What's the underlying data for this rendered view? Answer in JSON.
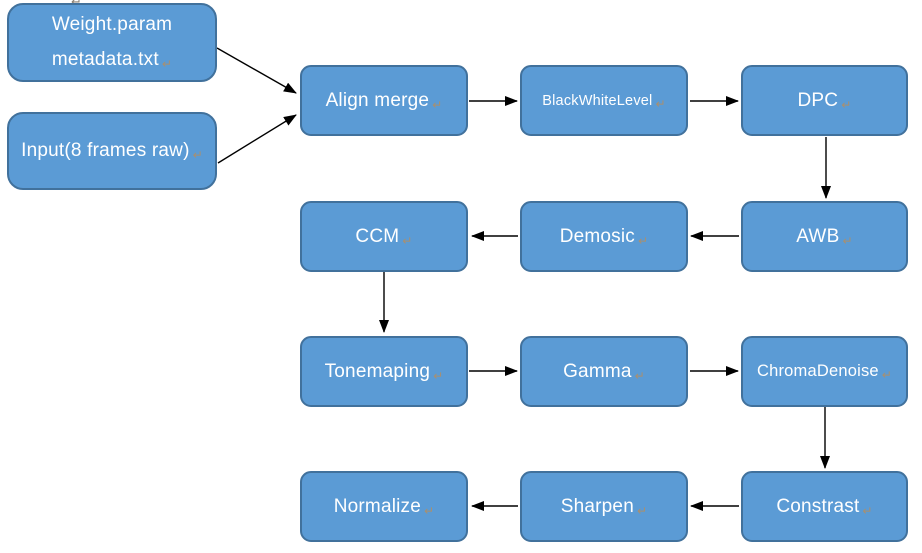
{
  "colors": {
    "page_bg": "#ffffff",
    "node_fill": "#5b9bd5",
    "node_border": "#41719c",
    "node_text": "#ffffff",
    "mark_color": "#a98f6f",
    "arrow_color": "#000000"
  },
  "formatting": {
    "return_mark": "↵",
    "top_anchor_mark": "↵"
  },
  "nodes": {
    "weight_param": {
      "line1": "Weight.param",
      "line2": "metadata.txt"
    },
    "input_raw": {
      "label": "Input(8 frames raw)"
    },
    "align_merge": {
      "label": "Align merge"
    },
    "black_white_level": {
      "label": "BlackWhiteLevel"
    },
    "dpc": {
      "label": "DPC"
    },
    "awb": {
      "label": "AWB"
    },
    "demosic": {
      "label": "Demosic"
    },
    "ccm": {
      "label": "CCM"
    },
    "tonemaping": {
      "label": "Tonemaping"
    },
    "gamma": {
      "label": "Gamma"
    },
    "chroma_denoise": {
      "label": "ChromaDenoise"
    },
    "constrast": {
      "label": "Constrast"
    },
    "sharpen": {
      "label": "Sharpen"
    },
    "normalize": {
      "label": "Normalize"
    }
  },
  "connections": [
    {
      "from": "Weight.param metadata.txt",
      "to": "Align merge"
    },
    {
      "from": "Input(8 frames raw)",
      "to": "Align merge"
    },
    {
      "from": "Align merge",
      "to": "BlackWhiteLevel"
    },
    {
      "from": "BlackWhiteLevel",
      "to": "DPC"
    },
    {
      "from": "DPC",
      "to": "AWB"
    },
    {
      "from": "AWB",
      "to": "Demosic"
    },
    {
      "from": "Demosic",
      "to": "CCM"
    },
    {
      "from": "CCM",
      "to": "Tonemaping"
    },
    {
      "from": "Tonemaping",
      "to": "Gamma"
    },
    {
      "from": "Gamma",
      "to": "ChromaDenoise"
    },
    {
      "from": "ChromaDenoise",
      "to": "Constrast"
    },
    {
      "from": "Constrast",
      "to": "Sharpen"
    },
    {
      "from": "Sharpen",
      "to": "Normalize"
    }
  ]
}
